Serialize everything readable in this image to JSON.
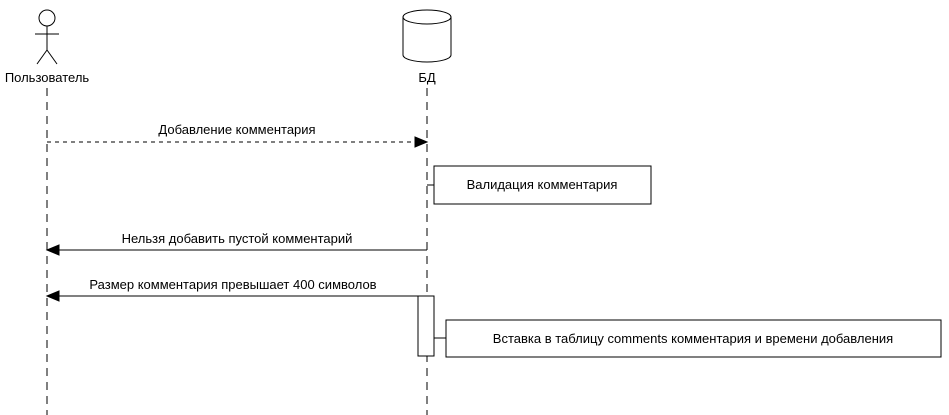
{
  "participants": {
    "user": {
      "name": "Пользователь",
      "icon": "actor-stick-figure"
    },
    "db": {
      "name": "БД",
      "icon": "database-cylinder"
    }
  },
  "messages": [
    {
      "from": "Пользователь",
      "to": "БД",
      "style": "dashed",
      "label": "Добавление комментария"
    },
    {
      "from": "БД",
      "to": "Пользователь",
      "style": "solid",
      "label": "Нельзя добавить пустой комментарий"
    },
    {
      "from": "БД",
      "to": "Пользователь",
      "style": "solid",
      "label": "Размер комментария превышает 400  символов"
    }
  ],
  "notes": [
    {
      "attached_to": "БД",
      "label": "Валидация комментария"
    },
    {
      "attached_to": "БД",
      "label": "Вставка в таблицу comments комментария и времени добавления"
    }
  ],
  "colors": {
    "stroke": "#000000",
    "background": "#ffffff"
  }
}
